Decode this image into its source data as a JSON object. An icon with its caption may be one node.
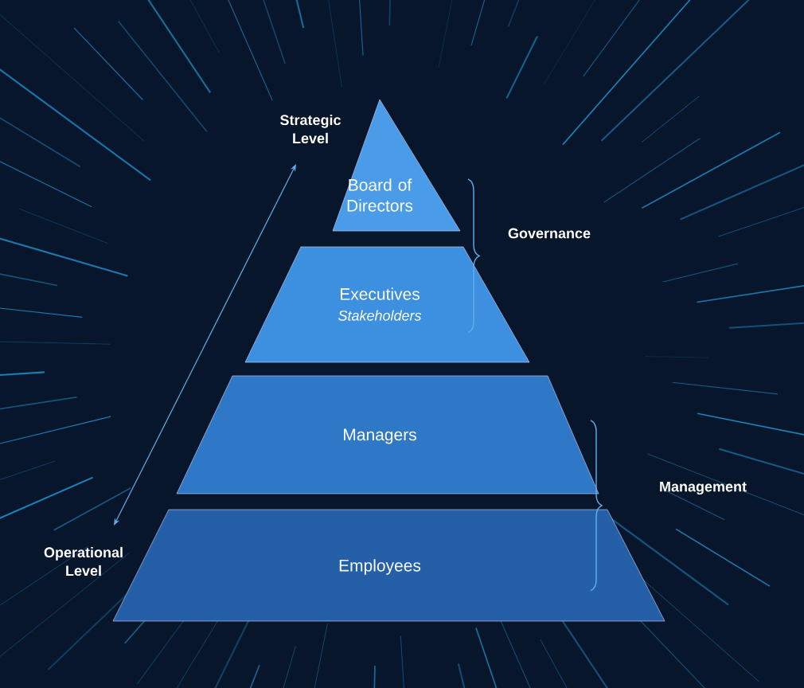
{
  "diagram": {
    "nodes": [
      {
        "text": [
          "Board of Directors"
        ]
      },
      {
        "text": [
          "Executives",
          "Stakeholders"
        ]
      },
      {
        "text": [
          "Managers"
        ]
      },
      {
        "text": [
          "Employees"
        ]
      }
    ],
    "labels": [
      "Strategic Level",
      "Operational Level",
      "Governance",
      "Management"
    ]
  }
}
